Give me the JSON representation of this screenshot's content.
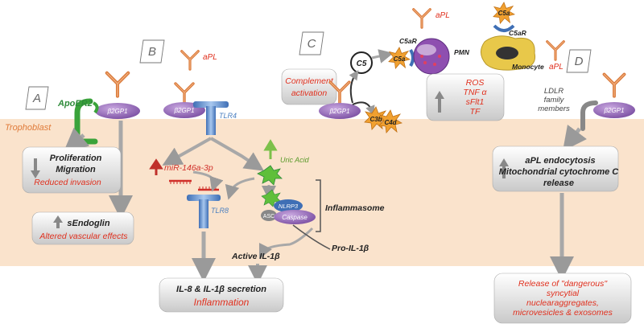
{
  "panels": {
    "a": "A",
    "b": "B",
    "c": "C",
    "d": "D"
  },
  "labels": {
    "trophoblast": "Trophoblast",
    "apoer2": "ApoER2",
    "b2gp1": "β2GP1",
    "tlr4": "TLR4",
    "tlr8": "TLR8",
    "apl": "aPL",
    "c5": "C5",
    "c5a": "C5a",
    "c5ar": "C5aR",
    "c3b": "C3b",
    "c4d": "C4d",
    "pmn": "PMN",
    "monocyte": "Monocyte",
    "ldlr_1": "LDLR",
    "ldlr_2": "family",
    "ldlr_3": "members",
    "uric_acid": "Uric Acid",
    "mir": "miR-146a-3p",
    "nlrp3": "NLRP3",
    "asc": "ASC",
    "caspase": "Caspase",
    "inflammasome": "Inflammasome",
    "pro_il": "Pro-IL-1β",
    "active_il": "Active IL-1β"
  },
  "boxes": {
    "prolif_1": "Proliferation",
    "prolif_2": "Migration",
    "prolif_3": "Reduced invasion",
    "sendo_1": "sEndoglin",
    "sendo_2": "Altered vascular effects",
    "il_1": "IL-8 & IL-1β  secretion",
    "il_2": "Inflammation",
    "comp_1": "Complement",
    "comp_2": "activation",
    "ros_1": "ROS",
    "ros_2": "TNF α",
    "ros_3": "sFlt1",
    "ros_4": "TF",
    "endo_1": "aPL  endocytosis",
    "endo_2": "Mitochondrial cytochrome C",
    "endo_3": "release",
    "rel_1": "Release of \"dangerous\"",
    "rel_2": "syncytial",
    "rel_3": "nuclearaggregates,",
    "rel_4": "microvesicles & exosomes"
  },
  "colors": {
    "red": "#e0301e",
    "green": "#2e8b3a",
    "blue": "#4a7fc0",
    "purple": "#8e62b0",
    "band": "#fae3cc",
    "antibody": "#d9793a"
  }
}
